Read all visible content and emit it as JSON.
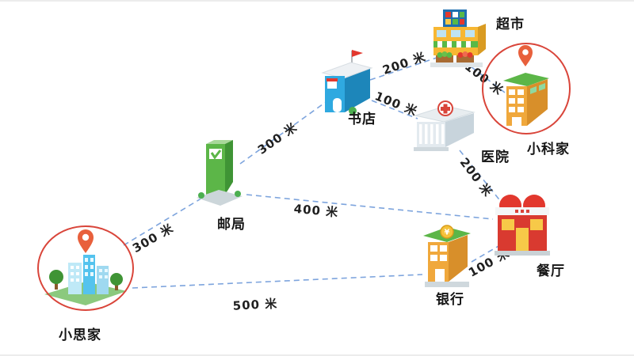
{
  "diagram": {
    "background": "#ffffff",
    "line_color": "#7da4dd",
    "highlight_color": "#d9453a",
    "icons": {
      "bank_coin": "¥"
    },
    "nodes": [
      {
        "id": "supermarket",
        "label": "超市"
      },
      {
        "id": "bookstore",
        "label": "书店"
      },
      {
        "id": "xiaoke-home",
        "label": "小科家",
        "highlighted": true
      },
      {
        "id": "hospital",
        "label": "医院"
      },
      {
        "id": "post-office",
        "label": "邮局"
      },
      {
        "id": "restaurant",
        "label": "餐厅"
      },
      {
        "id": "bank",
        "label": "银行"
      },
      {
        "id": "xiaosi-home",
        "label": "小思家",
        "highlighted": true
      }
    ],
    "edges": [
      {
        "from": "邮局",
        "to": "书店",
        "label": "300 米",
        "distance_m": 300
      },
      {
        "from": "书店",
        "to": "超市",
        "label": "200 米",
        "distance_m": 200
      },
      {
        "from": "书店",
        "to": "医院",
        "label": "100 米",
        "distance_m": 100
      },
      {
        "from": "超市",
        "to": "小科家",
        "label": "100 米",
        "distance_m": 100
      },
      {
        "from": "医院",
        "to": "餐厅",
        "label": "200 米",
        "distance_m": 200
      },
      {
        "from": "邮局",
        "to": "餐厅",
        "label": "400 米",
        "distance_m": 400
      },
      {
        "from": "小思家",
        "to": "邮局",
        "label": "300 米",
        "distance_m": 300
      },
      {
        "from": "小思家",
        "to": "银行",
        "label": "500 米",
        "distance_m": 500
      },
      {
        "from": "银行",
        "to": "餐厅",
        "label": "100 米",
        "distance_m": 100
      }
    ]
  }
}
